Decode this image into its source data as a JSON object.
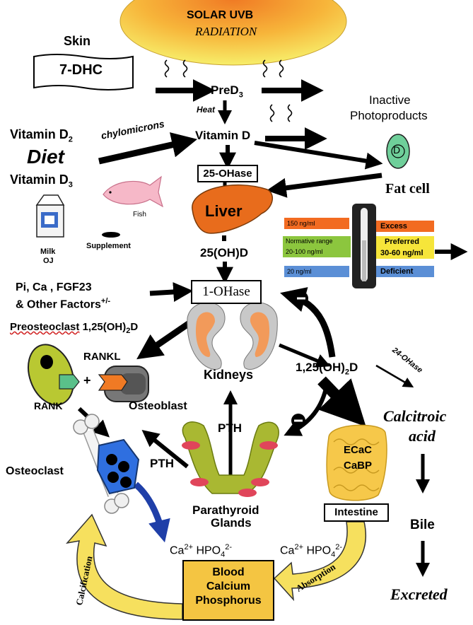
{
  "title": {
    "line1": "SOLAR UVB",
    "line2": "RADIATION"
  },
  "skin": {
    "label": "Skin",
    "compound": "7-DHC"
  },
  "pre_d3": {
    "base": "PreD",
    "sub": "3"
  },
  "heat": "Heat",
  "vitamin_d": "Vitamin D",
  "inactive_photoproducts": {
    "line1": "Inactive",
    "line2": "Photoproducts"
  },
  "diet": {
    "label": "Diet",
    "vit_d2": {
      "base": "Vitamin D",
      "sub": "2"
    },
    "vit_d3": {
      "base": "Vitamin D",
      "sub": "3"
    },
    "chylomicrons": "chylomicrons",
    "fish": "Fish",
    "supplement": "Supplement",
    "milk": "Milk",
    "oj": "OJ"
  },
  "fat_cell": {
    "label": "Fat cell",
    "symbol": "D"
  },
  "enzyme_25": "25-OHase",
  "liver": "Liver",
  "metabolite_25": "25(OH)D",
  "enzyme_1": "1-OHase",
  "factors": {
    "line1": "Pi, Ca , FGF23",
    "line2": "& Other Factors",
    "sign": "+/-"
  },
  "preosteoclast": "Preosteoclast",
  "calcitriol": {
    "pre": "1,25(OH)",
    "sub": "2",
    "post": "D"
  },
  "kidneys": "Kidneys",
  "rankl": "RANKL",
  "rank": "RANK",
  "plus": "+",
  "osteoblast": "Osteoblast",
  "osteoclast": "Osteoclast",
  "pth": "PTH",
  "parathyroid": {
    "line1": "Parathyroid",
    "line2": "Glands"
  },
  "minus": "−",
  "hydroxylase_24": "24-OHase",
  "calcitroic": {
    "line1": "Calcitroic",
    "line2": "acid"
  },
  "bile": "Bile",
  "excreted": "Excreted",
  "intestine": {
    "label": "Intestine",
    "proteins": [
      "ECaC",
      "CaBP"
    ]
  },
  "ions": {
    "ca": "Ca",
    "ca_sup": "2+",
    "hpo": "HPO",
    "hpo_sub": "4",
    "hpo_sup": "2-"
  },
  "blood_box": [
    "Blood",
    "Calcium",
    "Phosphorus"
  ],
  "calcification": "Calcification",
  "absorption": "Absorption",
  "scale": {
    "rows": [
      {
        "text": "150 ng/ml",
        "color": "#f26b21"
      },
      {
        "text": "Normative range",
        "color": "#8cc63e"
      },
      {
        "text": "20-100 ng/ml",
        "color": "#8cc63e"
      },
      {
        "text": "20 ng/ml",
        "color": "#5b8fd6"
      }
    ],
    "levels": [
      {
        "label": "Excess",
        "color": "#f26b21"
      },
      {
        "label": "Preferred",
        "color": "#f6e53a"
      },
      {
        "label": "30-60 ng/ml",
        "color": "#f6e53a"
      },
      {
        "label": "Deficient",
        "color": "#5b8fd6"
      }
    ]
  },
  "colors": {
    "sun_center": "#f07a24",
    "sun_edge": "#f7ee6a",
    "liver": "#e86c1c",
    "kidney": "#f29a5a",
    "parathyroid": "#a9b832",
    "gland_spot": "#e0455a",
    "osteoclast": "#2f6fe0",
    "osteoblast": "#777777",
    "preosteoclast": "#b9c832",
    "rankl": "#f07a24",
    "rank": "#5ac08a",
    "intestine": "#f6c84a",
    "blood_box": "#f4c542",
    "arrow_yellow": "#f6e05e",
    "fat_cell": "#6fcf9a"
  }
}
